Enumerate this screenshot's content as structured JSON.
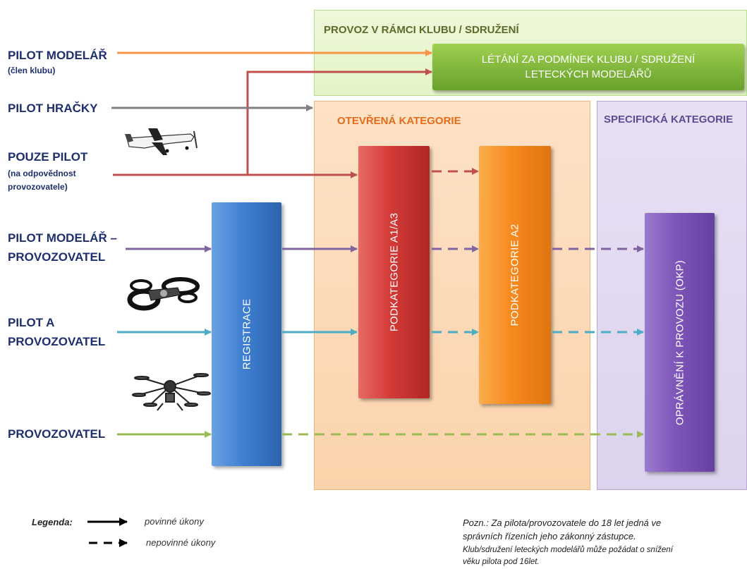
{
  "regions": {
    "club_title": "PROVOZ V RÁMCI KLUBU / SDRUŽENÍ",
    "club_box_line1": "LÉTÁNÍ ZA PODMÍNEK KLUBU / SDRUŽENÍ",
    "club_box_line2": "LETECKÝCH MODELÁŘŮ",
    "open_title": "OTEVŘENÁ KATEGORIE",
    "specific_title": "SPECIFICKÁ KATEGORIE"
  },
  "steps": {
    "registration": "REGISTRACE",
    "subcategory_a1a3": "PODKATEGORIE A1/A3",
    "subcategory_a2": "PODKATEGORIE A2",
    "authorization": "OPRÁVNĚNÍ K PROVOZU (OKP)"
  },
  "actors": [
    {
      "line1": "PILOT MODELÁŘ",
      "sub": "(člen klubu)"
    },
    {
      "line1": "PILOT HRAČKY"
    },
    {
      "line1": "POUZE PILOT",
      "sub1": "(na odpovědnost",
      "sub2": "provozovatele)"
    },
    {
      "line1": "PILOT MODELÁŘ –",
      "line2": "PROVOZOVATEL"
    },
    {
      "line1": "PILOT A",
      "line2": "PROVOZOVATEL"
    },
    {
      "line1": "PROVOZOVATEL"
    }
  ],
  "colors": {
    "modelar": "#f79646",
    "club_red": "#c0504d",
    "toy": "#7f7f7f",
    "modelar_operator": "#8064a2",
    "pilot_operator": "#4bacc6",
    "operator": "#9bbb59"
  },
  "icons": [
    "airplane-icon",
    "quadcopter-icon",
    "hexacopter-icon"
  ],
  "legend": {
    "title": "Legenda:",
    "solid": "povinné úkony",
    "dashed": "nepovinné úkony"
  },
  "note": {
    "line1": "Pozn.: Za pilota/provozovatele do 18 let jedná ve",
    "line2": "správních řízeních jeho zákonný zástupce.",
    "line3": "Klub/sdružení leteckých modelářů může požádat o snížení",
    "line4": "věku pilota pod 16let."
  }
}
